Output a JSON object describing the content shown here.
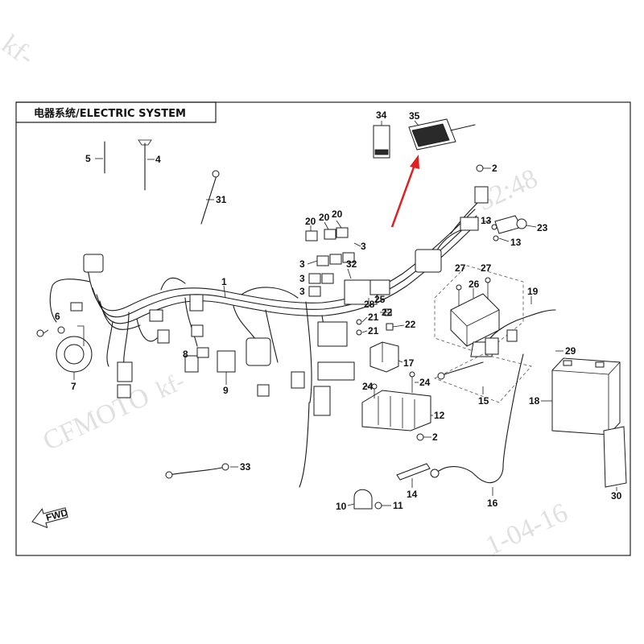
{
  "title": "电器系统/ELECTRIC SYSTEM",
  "fwd_label": "FWD",
  "watermarks": [
    "kf-",
    "CFMOTO",
    "kf-",
    "32:48",
    "1-04-16"
  ],
  "part_numbers": {
    "p1": "1",
    "p2a": "2",
    "p2b": "2",
    "p3a": "3",
    "p3b": "3",
    "p3c": "3",
    "p3d": "3",
    "p4": "4",
    "p5": "5",
    "p6": "6",
    "p7": "7",
    "p8": "8",
    "p9": "9",
    "p10": "10",
    "p11": "11",
    "p12": "12",
    "p13a": "13",
    "p13b": "13",
    "p14": "14",
    "p15": "15",
    "p16": "16",
    "p17": "17",
    "p18": "18",
    "p19": "19",
    "p20a": "20",
    "p20b": "20",
    "p20c": "20",
    "p21a": "21",
    "p21b": "21",
    "p22a": "22",
    "p22b": "22",
    "p23": "23",
    "p24a": "24",
    "p24b": "24",
    "p25": "25",
    "p26": "26",
    "p27a": "27",
    "p27b": "27",
    "p28": "28",
    "p29": "29",
    "p30": "30",
    "p31": "31",
    "p32": "32",
    "p33": "33",
    "p34": "34",
    "p35": "35"
  },
  "colors": {
    "arrow": "#e02020",
    "line": "#1a1a1a",
    "watermark": "#c8c8c8"
  }
}
